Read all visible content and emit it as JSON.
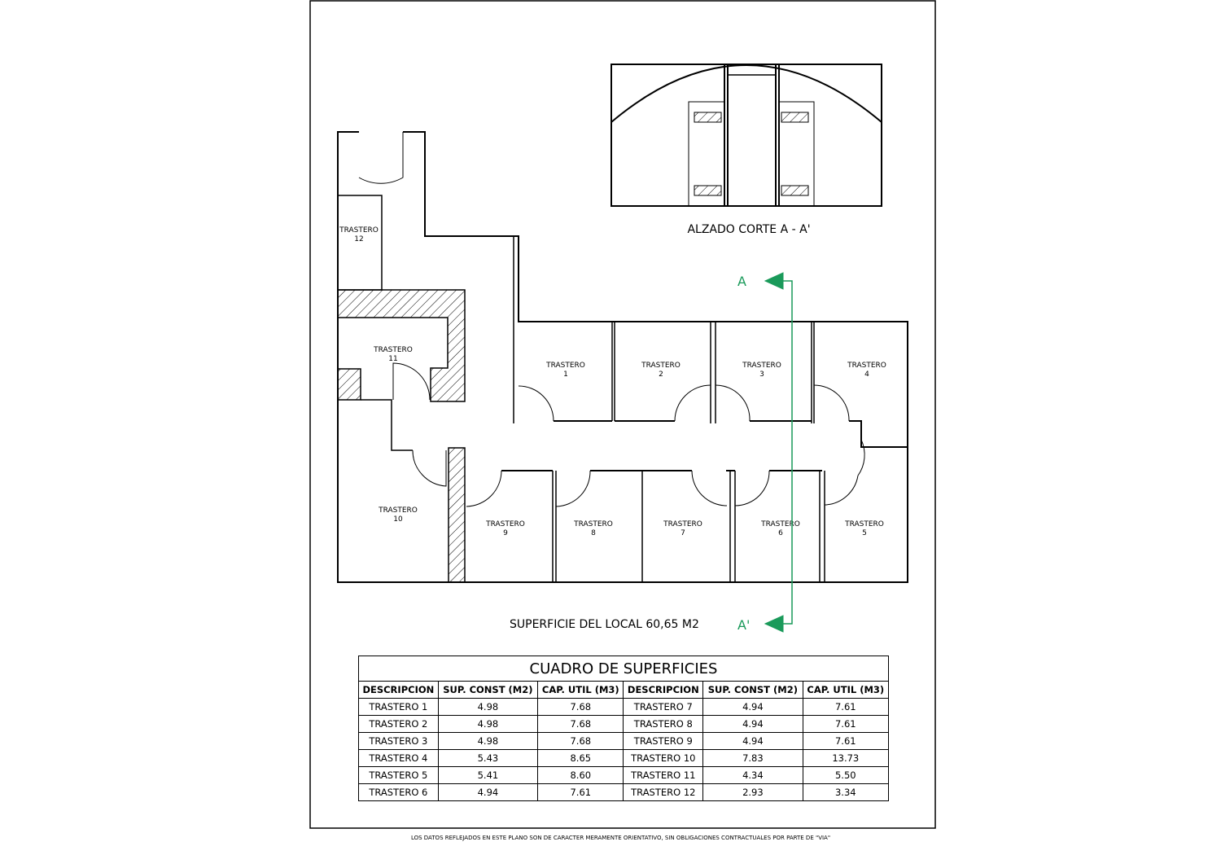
{
  "elevation": {
    "title": "ALZADO CORTE A - A'"
  },
  "plan": {
    "rooms": [
      {
        "name": "TRASTERO",
        "num": "1"
      },
      {
        "name": "TRASTERO",
        "num": "2"
      },
      {
        "name": "TRASTERO",
        "num": "3"
      },
      {
        "name": "TRASTERO",
        "num": "4"
      },
      {
        "name": "TRASTERO",
        "num": "5"
      },
      {
        "name": "TRASTERO",
        "num": "6"
      },
      {
        "name": "TRASTERO",
        "num": "7"
      },
      {
        "name": "TRASTERO",
        "num": "8"
      },
      {
        "name": "TRASTERO",
        "num": "9"
      },
      {
        "name": "TRASTERO",
        "num": "10"
      },
      {
        "name": "TRASTERO",
        "num": "11"
      },
      {
        "name": "TRASTERO",
        "num": "12"
      }
    ],
    "section_start": "A",
    "section_end": "A'",
    "surface_label": "SUPERFICIE DEL LOCAL 60,65 M2",
    "section_color": "#1a9a5a"
  },
  "table": {
    "title": "CUADRO DE SUPERFICIES",
    "headers": [
      "DESCRIPCION",
      "SUP. CONST (M2)",
      "CAP. UTIL (M3)",
      "DESCRIPCION",
      "SUP. CONST (M2)",
      "CAP. UTIL (M3)"
    ],
    "rows": [
      [
        "TRASTERO 1",
        "4.98",
        "7.68",
        "TRASTERO 7",
        "4.94",
        "7.61"
      ],
      [
        "TRASTERO 2",
        "4.98",
        "7.68",
        "TRASTERO 8",
        "4.94",
        "7.61"
      ],
      [
        "TRASTERO 3",
        "4.98",
        "7.68",
        "TRASTERO 9",
        "4.94",
        "7.61"
      ],
      [
        "TRASTERO 4",
        "5.43",
        "8.65",
        "TRASTERO 10",
        "7.83",
        "13.73"
      ],
      [
        "TRASTERO 5",
        "5.41",
        "8.60",
        "TRASTERO 11",
        "4.34",
        "5.50"
      ],
      [
        "TRASTERO 6",
        "4.94",
        "7.61",
        "TRASTERO 12",
        "2.93",
        "3.34"
      ]
    ]
  },
  "footer": "LOS DATOS REFLEJADOS EN ESTE PLANO SON DE CARACTER MERAMENTE ORIENTATIVO, SIN OBLIGACIONES CONTRACTUALES POR PARTE DE \"VIA\""
}
